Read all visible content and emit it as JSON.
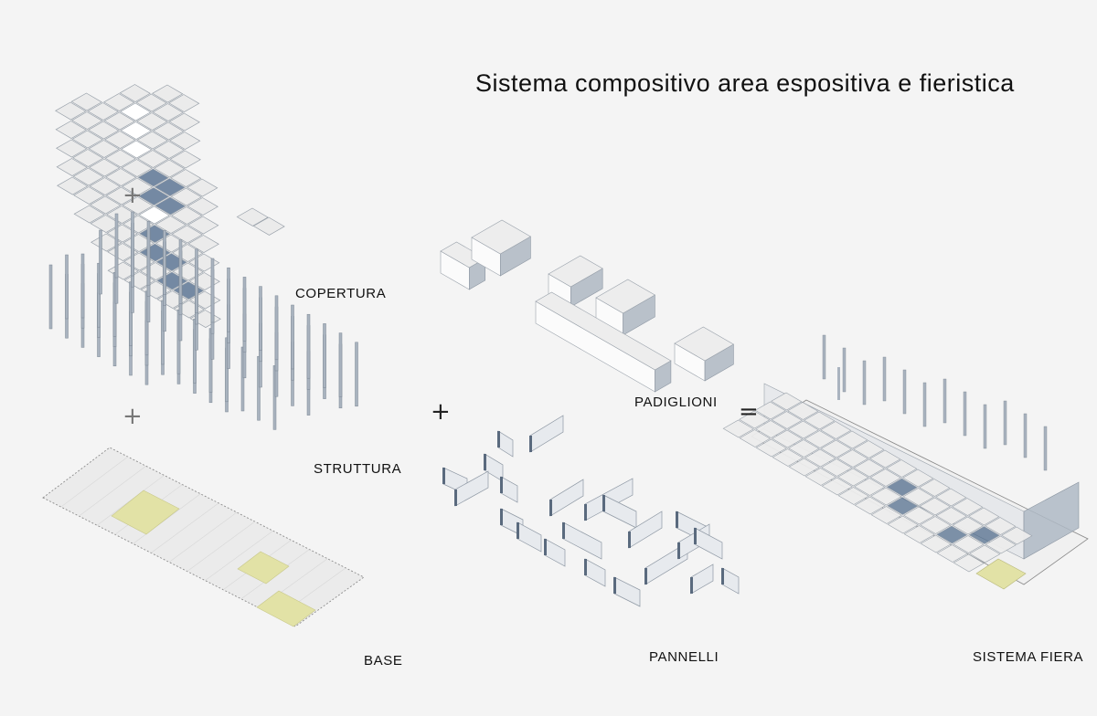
{
  "title": "Sistema compositivo area espositiva e fieristica",
  "labels": {
    "copertura": "COPERTURA",
    "struttura": "STRUTTURA",
    "base": "BASE",
    "padiglioni": "PADIGLIONI",
    "pannelli": "PANNELLI",
    "sistema_fiera": "SISTEMA FIERA"
  },
  "operators": {
    "plus_1": "+",
    "plus_2": "+",
    "plus_3": "+",
    "equals": "="
  },
  "colors": {
    "background": "#f4f4f4",
    "tile": "#ebebeb",
    "tile_edge": "#9aa2ab",
    "accent_blue": "#4a6688",
    "accent_yellow": "#e2e2a6",
    "column": "#a9b3bf"
  }
}
